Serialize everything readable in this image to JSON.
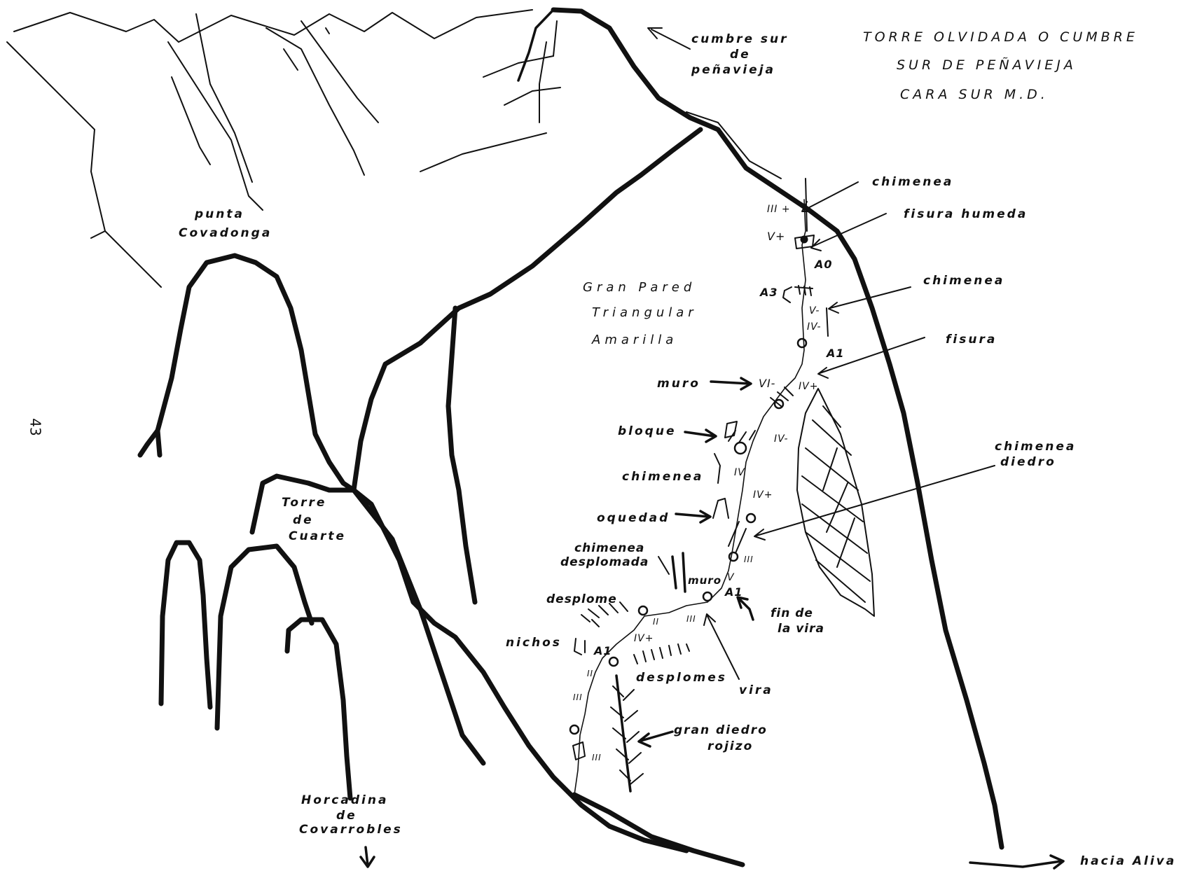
{
  "title": {
    "line1": "TORRE OLVIDADA O CUMBRE",
    "line2": "SUR DE PEÑAVIEJA",
    "line3": "CARA SUR M.D."
  },
  "page_number": "43",
  "peaks": {
    "cumbre_sur_1": "cumbre sur",
    "cumbre_sur_2": "de",
    "cumbre_sur_3": "peñavieja",
    "punta_covadonga_1": "punta",
    "punta_covadonga_2": "Covadonga",
    "torre_cuarte_1": "Torre",
    "torre_cuarte_2": "de",
    "torre_cuarte_3": "Cuarte",
    "horcadina_1": "Horcadina",
    "horcadina_2": "de",
    "horcadina_3": "Covarrobles",
    "hacia_aliva": "hacia Aliva"
  },
  "wall": {
    "line1": "Gran Pared",
    "line2": "Triangular",
    "line3": "Amarilla"
  },
  "features": {
    "chimenea_top": "chimenea",
    "fisura_humeda": "fisura humeda",
    "chimenea_mid": "chimenea",
    "fisura": "fisura",
    "muro": "muro",
    "bloque": "bloque",
    "chimenea_left": "chimenea",
    "chimenea_diedro_1": "chimenea",
    "chimenea_diedro_2": "diedro",
    "oquedad": "oquedad",
    "chimenea_desplomada_1": "chimenea",
    "chimenea_desplomada_2": "desplomada",
    "muro_inner": "muro",
    "desplome": "desplome",
    "fin_vira_1": "fin de",
    "fin_vira_2": "la vira",
    "nichos": "nichos",
    "desplomes": "desplomes",
    "vira": "vira",
    "gran_diedro_1": "gran diedro",
    "gran_diedro_2": "rojizo"
  },
  "grades": {
    "g_III_plus": "III +",
    "g_V_plus": "V+",
    "g_A0": "A0",
    "g_A3": "A3",
    "g_V_minus": "V-",
    "g_IV_minus_a": "IV-",
    "g_A1_top": "A1",
    "g_VI_minus": "VI-",
    "g_IV_plus_a": "IV+",
    "g_IV_minus_b": "IV-",
    "g_IV": "IV",
    "g_IV_plus_b": "IV+",
    "g_III_a": "III",
    "g_V": "V",
    "g_A1_mid": "A1",
    "g_II_a": "II",
    "g_III_b": "III",
    "g_IV_plus_c": "IV+",
    "g_A1_low": "A1",
    "g_II_b": "II",
    "g_III_c": "III",
    "g_III_d": "III"
  }
}
